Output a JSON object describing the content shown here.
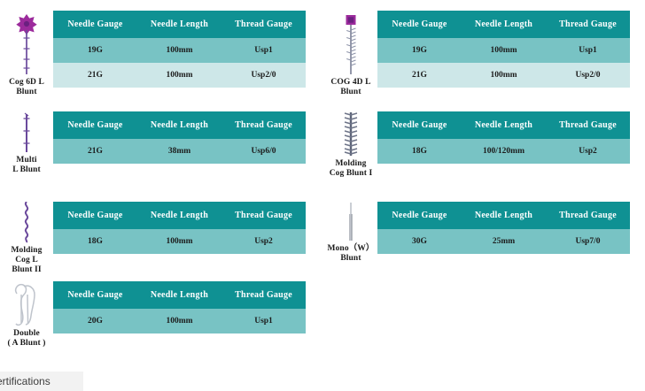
{
  "colors": {
    "header_teal": "#0f9193",
    "row_medium_teal": "#78c3c4",
    "row_light_teal": "#cde7e8",
    "thread_purple": "#6b4a9c",
    "hub_magenta": "#9c2b9c",
    "needle_grey": "#9aa0a8",
    "chip_grey": "#f2f2f2",
    "page_background": "#ffffff"
  },
  "table_columns": [
    "Needle Gauge",
    "Needle Length",
    "Thread Gauge"
  ],
  "products": [
    {
      "id": "cog-6d-l-blunt",
      "name": "Cog 6D L\nBlunt",
      "icon": "cog-6d-thread-icon",
      "rows": [
        {
          "needle_gauge": "19G",
          "needle_length": "100mm",
          "thread_gauge": "Usp1"
        },
        {
          "needle_gauge": "21G",
          "needle_length": "100mm",
          "thread_gauge": "Usp2/0"
        }
      ]
    },
    {
      "id": "cog-4d-l-blunt",
      "name": "COG 4D L\nBlunt",
      "icon": "cog-4d-thread-icon",
      "rows": [
        {
          "needle_gauge": "19G",
          "needle_length": "100mm",
          "thread_gauge": "Usp1"
        },
        {
          "needle_gauge": "21G",
          "needle_length": "100mm",
          "thread_gauge": "Usp2/0"
        }
      ]
    },
    {
      "id": "multi-l-blunt",
      "name": "Multi\nL Blunt",
      "icon": "multi-l-thread-icon",
      "rows": [
        {
          "needle_gauge": "21G",
          "needle_length": "38mm",
          "thread_gauge": "Usp6/0"
        }
      ]
    },
    {
      "id": "molding-cog-blunt-i",
      "name": "Molding\nCog Blunt I",
      "icon": "molding-cog-i-thread-icon",
      "rows": [
        {
          "needle_gauge": "18G",
          "needle_length": "100/120mm",
          "thread_gauge": "Usp2"
        }
      ]
    },
    {
      "id": "molding-cog-l-blunt-ii",
      "name": "Molding\nCog L\nBlunt II",
      "icon": "molding-cog-ii-thread-icon",
      "rows": [
        {
          "needle_gauge": "18G",
          "needle_length": "100mm",
          "thread_gauge": "Usp2"
        }
      ]
    },
    {
      "id": "mono-w-blunt",
      "name": "Mono（W）\nBlunt",
      "icon": "mono-w-needle-icon",
      "rows": [
        {
          "needle_gauge": "30G",
          "needle_length": "25mm",
          "thread_gauge": "Usp7/0"
        }
      ]
    },
    {
      "id": "double-a-blunt",
      "name": "Double\n( A Blunt )",
      "icon": "double-a-thread-icon",
      "rows": [
        {
          "needle_gauge": "20G",
          "needle_length": "100mm",
          "thread_gauge": "Usp1"
        }
      ]
    }
  ],
  "cert_chip": {
    "label": "ertifications"
  }
}
